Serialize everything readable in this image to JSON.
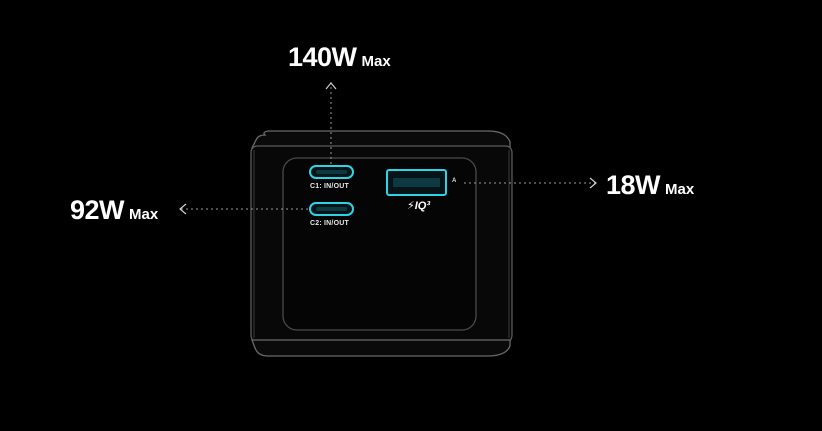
{
  "ports": {
    "top": {
      "watt": "140W",
      "max": "Max"
    },
    "left": {
      "watt": "92W",
      "max": "Max"
    },
    "right": {
      "watt": "18W",
      "max": "Max"
    },
    "c1_label": "C1: IN/OUT",
    "c2_label": "C2: IN/OUT",
    "usb_a_marker": "A",
    "iq_label": "⚡IQ³"
  },
  "colors": {
    "background": "#000000",
    "port_glow": "#29c7dc",
    "dotted_line": "#9a9a9a",
    "device_edge": "#5a5a5a"
  }
}
